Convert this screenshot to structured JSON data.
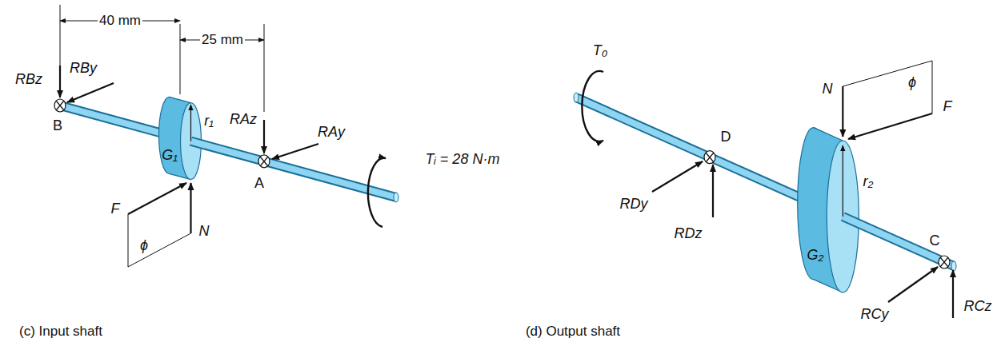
{
  "diagram": {
    "labels": [
      "40 mm",
      "25 mm",
      "RBz",
      "RBy",
      "B",
      "G₁",
      "r₁",
      "RAz",
      "RAy",
      "A",
      "Tᵢ = 28 N·m",
      "F",
      "ϕ",
      "N",
      "(c) Input shaft",
      "T₀",
      "D",
      "N",
      "ϕ",
      "F",
      "r₂",
      "RDy",
      "RDz",
      "G₂",
      "C",
      "RCy",
      "RCz",
      "(d) Output shaft"
    ]
  }
}
